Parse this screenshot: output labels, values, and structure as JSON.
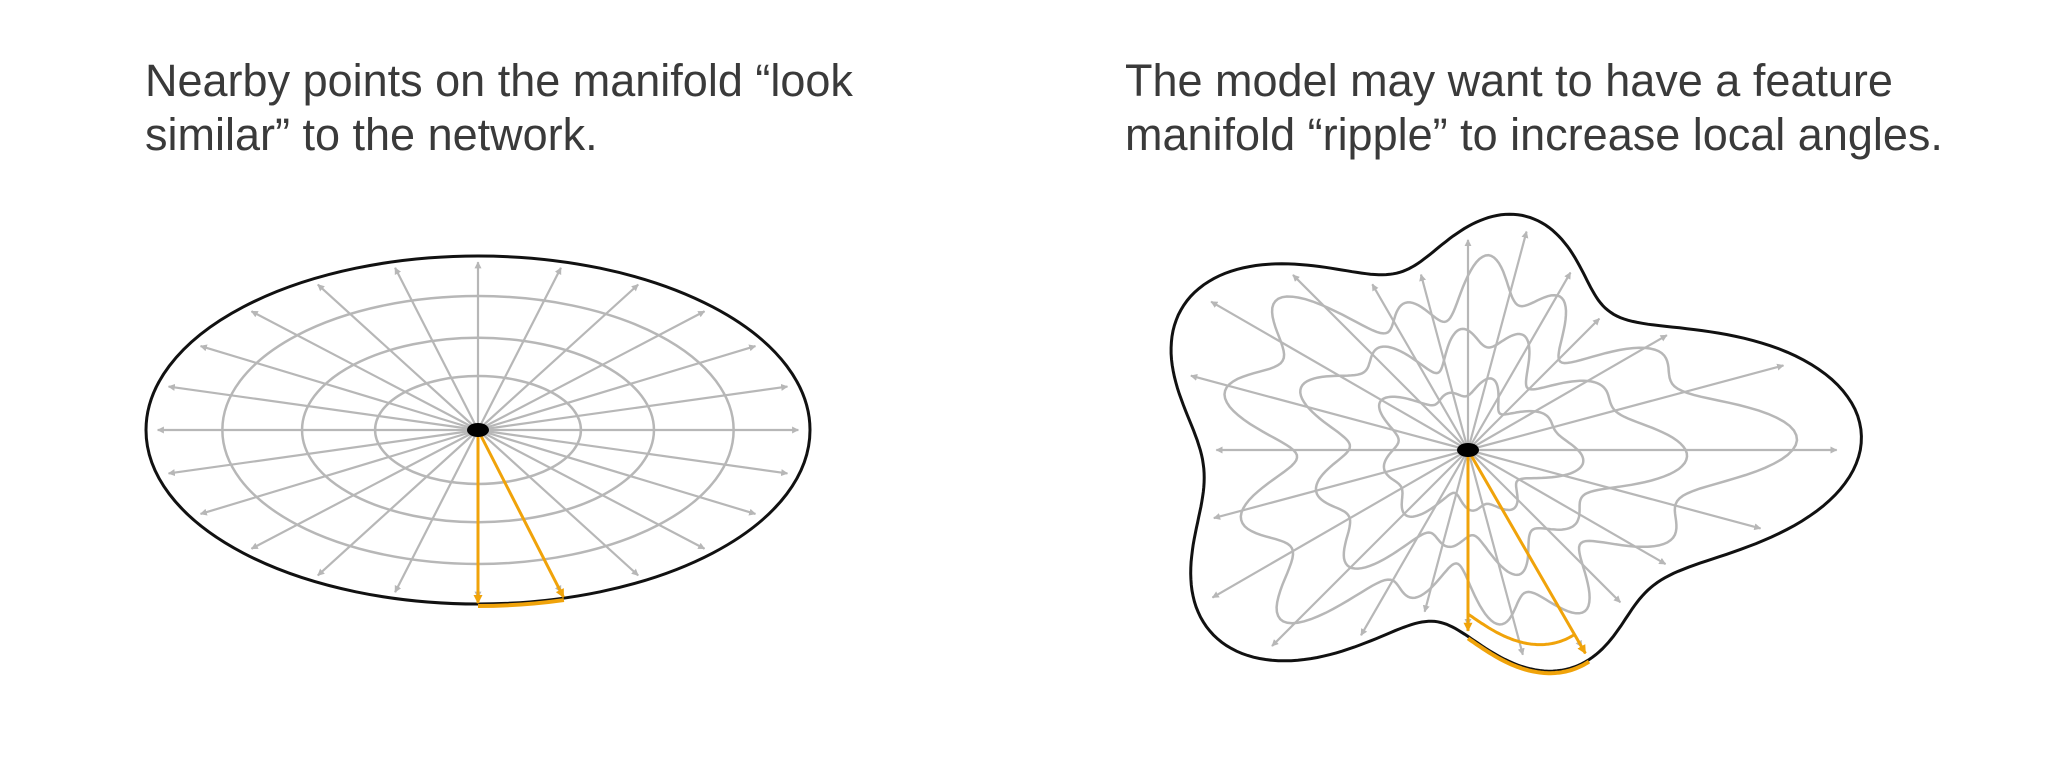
{
  "left_panel": {
    "caption_line1": "Nearby points on the manifold “look",
    "caption_line2": "similar” to the network."
  },
  "right_panel": {
    "caption_line1": "The model may want to have a feature",
    "caption_line2": "manifold “ripple” to increase local angles."
  },
  "colors": {
    "outline": "#111111",
    "grid": "#b7b7b7",
    "highlight": "#f0a30a",
    "text": "#3a3a3a"
  },
  "diagram": {
    "spoke_count": 24,
    "ring_count": 3,
    "left_highlight_angles_deg": [
      90,
      75
    ],
    "right_highlight_angles_deg": [
      90,
      60
    ]
  }
}
